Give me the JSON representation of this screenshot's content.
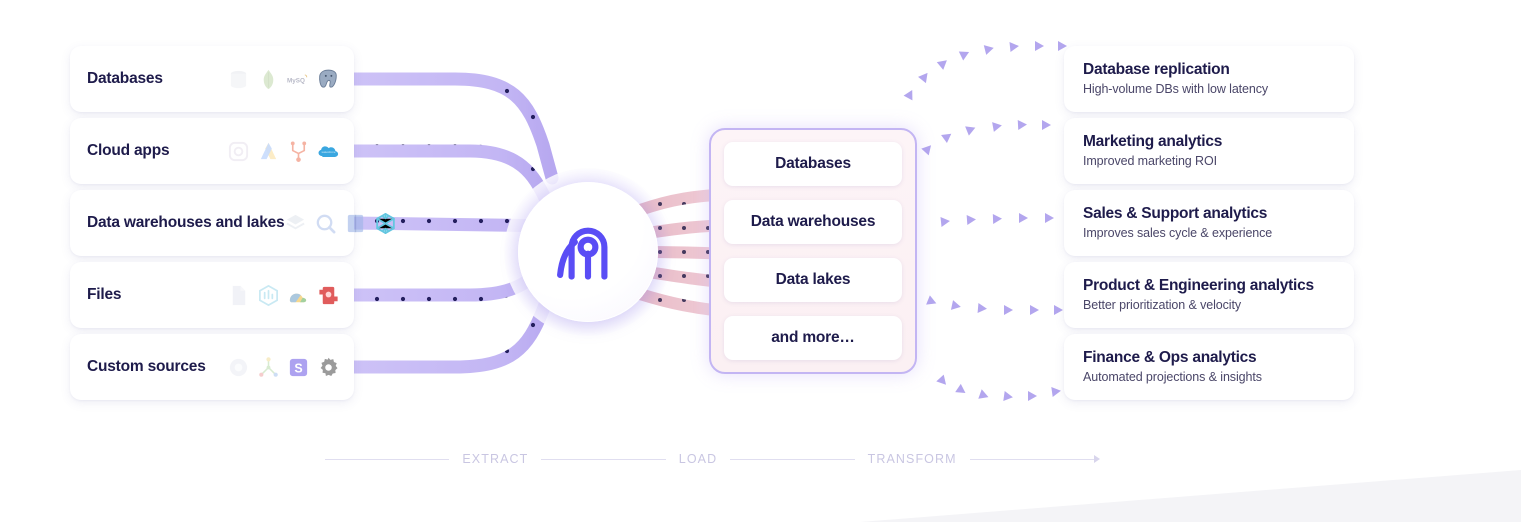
{
  "diagram": {
    "title": "Airbyte ELT data flow",
    "center_logo": "airbyte-logo"
  },
  "sources": {
    "heading": "",
    "items": [
      {
        "label": "Databases",
        "icons": [
          "generic-db-icon",
          "mongodb-icon",
          "mysql-icon",
          "postgresql-icon"
        ]
      },
      {
        "label": "Cloud apps",
        "icons": [
          "instagram-icon",
          "google-ads-icon",
          "hubspot-icon",
          "salesforce-icon"
        ]
      },
      {
        "label": "Data warehouses and lakes",
        "icons": [
          "databricks-icon",
          "bigquery-icon",
          "redshift-icon",
          "snowflake-icon"
        ]
      },
      {
        "label": "Files",
        "icons": [
          "file-icon",
          "parquet-icon",
          "google-drive-icon",
          "smartsheet-icon"
        ]
      },
      {
        "label": "Custom sources",
        "icons": [
          "custom-circle-icon",
          "custom-graph-icon",
          "custom-s-icon",
          "gear-icon"
        ]
      }
    ]
  },
  "destinations": {
    "items": [
      {
        "label": "Databases"
      },
      {
        "label": "Data warehouses"
      },
      {
        "label": "Data lakes"
      },
      {
        "label": "and more…"
      }
    ]
  },
  "outcomes": {
    "items": [
      {
        "title": "Database replication",
        "subtitle": "High-volume DBs with low latency"
      },
      {
        "title": "Marketing analytics",
        "subtitle": "Improved marketing ROI"
      },
      {
        "title": "Sales & Support analytics",
        "subtitle": "Improves sales cycle & experience"
      },
      {
        "title": "Product & Engineering analytics",
        "subtitle": "Better prioritization & velocity"
      },
      {
        "title": "Finance & Ops analytics",
        "subtitle": "Automated projections & insights"
      }
    ]
  },
  "stages": {
    "extract": "EXTRACT",
    "load": "LOAD",
    "transform": "TRANSFORM"
  },
  "colors": {
    "text_dark": "#1e1b4b",
    "text_muted": "#4a4668",
    "ribbon_purple": "#c9bdf5",
    "ribbon_dot": "#241f5e",
    "ribbon_pink": "#eec3ce",
    "arrow_purple": "#b3a6ee",
    "panel_border": "#c3b5f3",
    "logo_purple": "#5a4df5",
    "axis_label": "#c9c6e2",
    "background": "#ffffff"
  }
}
